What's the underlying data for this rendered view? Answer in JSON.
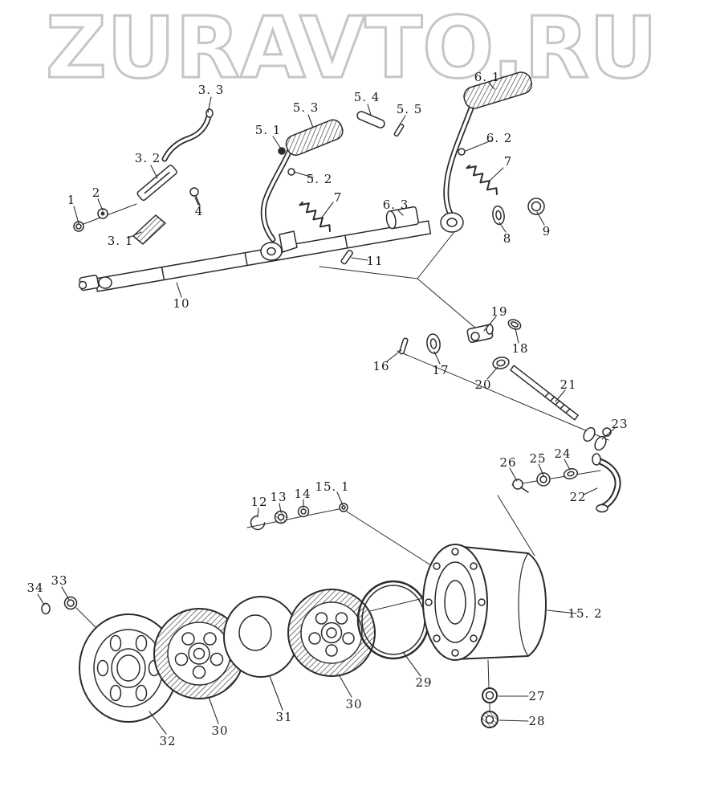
{
  "watermark": {
    "text": "ZURAVTO.RU",
    "outline_color": "#c6c6c6"
  },
  "colors": {
    "line": "#2b2b2b"
  },
  "labels": {
    "n1": {
      "text": "1"
    },
    "n2": {
      "text": "2"
    },
    "n3_1": {
      "text": "3. 1"
    },
    "n3_2": {
      "text": "3. 2"
    },
    "n3_3": {
      "text": "3. 3"
    },
    "n4": {
      "text": "4"
    },
    "n5_1": {
      "text": "5. 1"
    },
    "n5_2": {
      "text": "5. 2"
    },
    "n5_3": {
      "text": "5. 3"
    },
    "n5_4": {
      "text": "5. 4"
    },
    "n5_5": {
      "text": "5. 5"
    },
    "n6_1": {
      "text": "6. 1"
    },
    "n6_2": {
      "text": "6. 2"
    },
    "n6_3": {
      "text": "6. 3"
    },
    "n7a": {
      "text": "7"
    },
    "n7b": {
      "text": "7"
    },
    "n8": {
      "text": "8"
    },
    "n9": {
      "text": "9"
    },
    "n10": {
      "text": "10"
    },
    "n11": {
      "text": "11"
    },
    "n12": {
      "text": "12"
    },
    "n13": {
      "text": "13"
    },
    "n14": {
      "text": "14"
    },
    "n15_1": {
      "text": "15. 1"
    },
    "n15_2": {
      "text": "15. 2"
    },
    "n16": {
      "text": "16"
    },
    "n17": {
      "text": "17"
    },
    "n18": {
      "text": "18"
    },
    "n19": {
      "text": "19"
    },
    "n20": {
      "text": "20"
    },
    "n21": {
      "text": "21"
    },
    "n22": {
      "text": "22"
    },
    "n23": {
      "text": "23"
    },
    "n24": {
      "text": "24"
    },
    "n25": {
      "text": "25"
    },
    "n26": {
      "text": "26"
    },
    "n27": {
      "text": "27"
    },
    "n28": {
      "text": "28"
    },
    "n29": {
      "text": "29"
    },
    "n30a": {
      "text": "30"
    },
    "n30b": {
      "text": "30"
    },
    "n31": {
      "text": "31"
    },
    "n32": {
      "text": "32"
    },
    "n33": {
      "text": "33"
    },
    "n34": {
      "text": "34"
    }
  }
}
